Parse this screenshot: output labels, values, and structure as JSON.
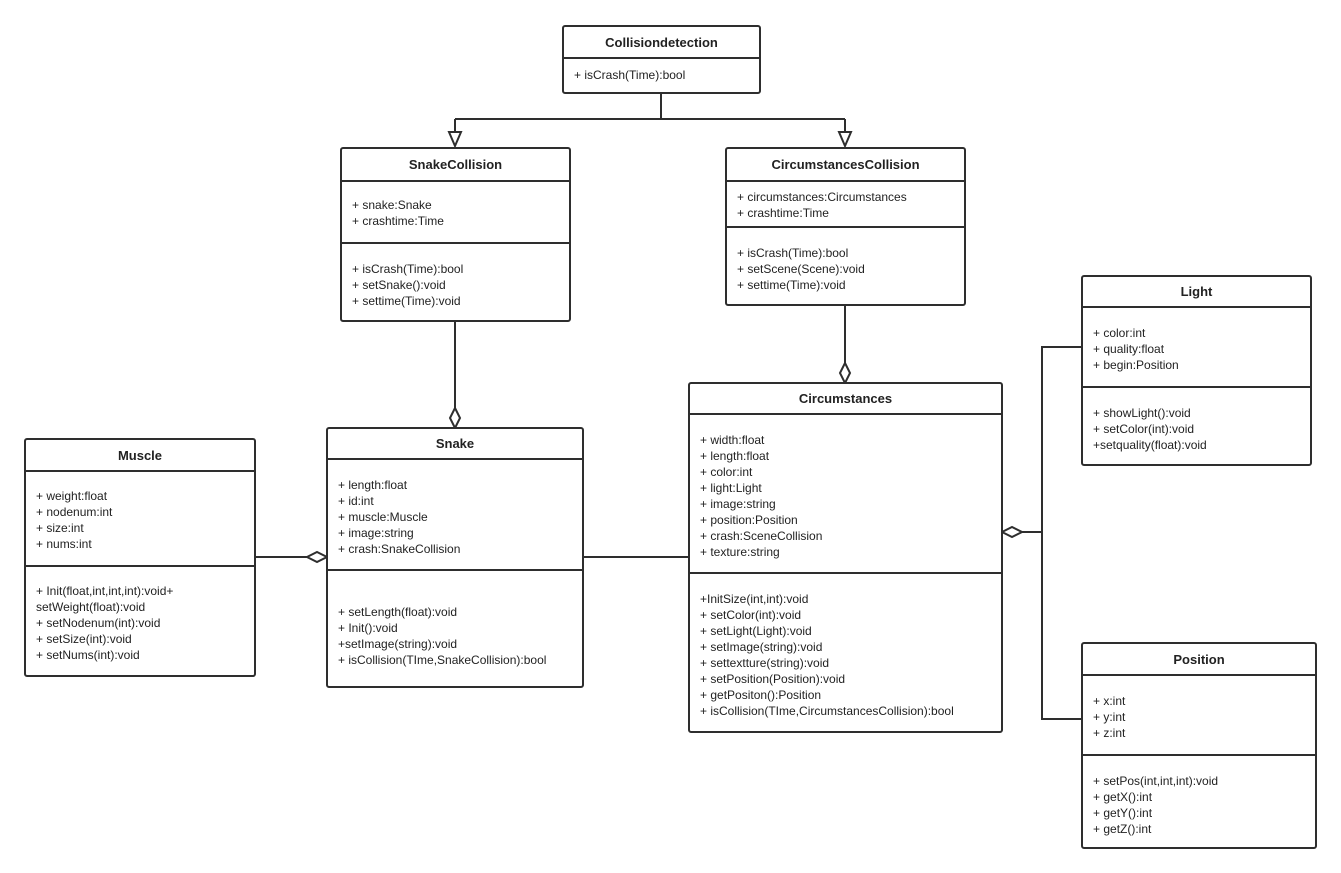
{
  "classes": {
    "collision": {
      "name": "Collisiondetection",
      "methods": [
        "+ isCrash(Time):bool"
      ]
    },
    "snakecol": {
      "name": "SnakeCollision",
      "attrs": [
        "+ snake:Snake",
        "+ crashtime:Time"
      ],
      "methods": [
        "+ isCrash(Time):bool",
        "+ setSnake():void",
        "+ settime(Time):void"
      ]
    },
    "circol": {
      "name": "CircumstancesCollision",
      "attrs": [
        "+ circumstances:Circumstances",
        "+ crashtime:Time"
      ],
      "methods": [
        "+ isCrash(Time):bool",
        "+ setScene(Scene):void",
        "+ settime(Time):void"
      ]
    },
    "light": {
      "name": "Light",
      "attrs": [
        "+ color:int",
        "+ quality:float",
        "+ begin:Position"
      ],
      "methods": [
        "+ showLight():void",
        "+ setColor(int):void",
        "+setquality(float):void"
      ]
    },
    "muscle": {
      "name": "Muscle",
      "attrs": [
        "+ weight:float",
        "+ nodenum:int",
        "+ size:int",
        "+ nums:int"
      ],
      "methods": [
        "+ Init(float,int,int,int):void+",
        "setWeight(float):void",
        "+ setNodenum(int):void",
        "+ setSize(int):void",
        "+ setNums(int):void"
      ]
    },
    "snake": {
      "name": "Snake",
      "attrs": [
        "+ length:float",
        "+ id:int",
        "+ muscle:Muscle",
        "+ image:string",
        "+ crash:SnakeCollision"
      ],
      "methods": [
        "+ setLength(float):void",
        "+ Init():void",
        "+setImage(string):void",
        "+ isCollision(TIme,SnakeCollision):bool"
      ]
    },
    "circ": {
      "name": "Circumstances",
      "attrs": [
        "+ width:float",
        "+ length:float",
        "+ color:int",
        "+ light:Light",
        "+ image:string",
        "+ position:Position",
        "+ crash:SceneCollision",
        "+ texture:string"
      ],
      "methods": [
        "+InitSize(int,int):void",
        "+ setColor(int):void",
        "+ setLight(Light):void",
        "+ setImage(string):void",
        "+ settextture(string):void",
        "+ setPosition(Position):void",
        "+ getPositon():Position",
        "+ isCollision(TIme,CircumstancesCollision):bool"
      ]
    },
    "position": {
      "name": "Position",
      "attrs": [
        "+ x:int",
        "+ y:int",
        "+ z:int"
      ],
      "methods": [
        "+ setPos(int,int,int):void",
        "+ getX():int",
        "+ getY():int",
        "+ getZ():int"
      ]
    }
  }
}
